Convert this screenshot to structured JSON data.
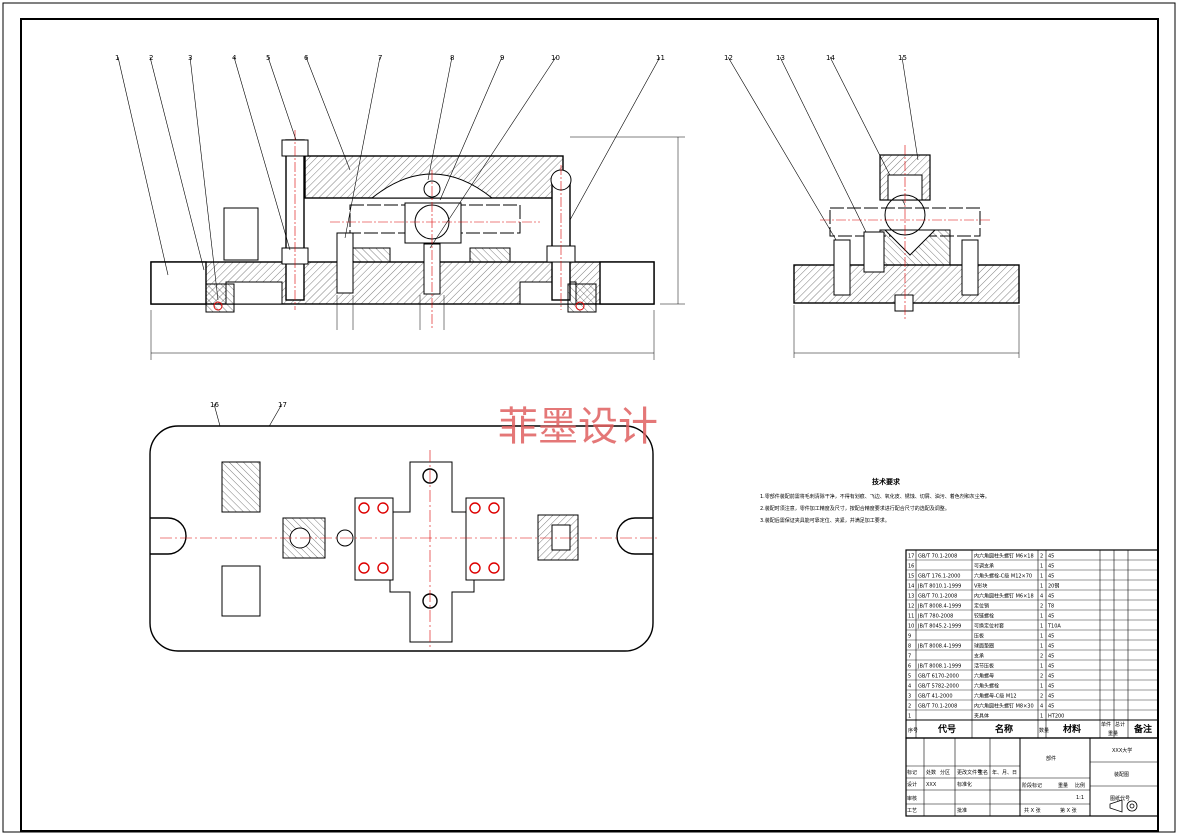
{
  "watermark": "菲墨设计",
  "part_numbers": [
    "1",
    "2",
    "3",
    "4",
    "5",
    "6",
    "7",
    "8",
    "9",
    "10",
    "11",
    "12",
    "13",
    "14",
    "15",
    "16",
    "17"
  ],
  "technical_requirements": {
    "title": "技术要求",
    "items": [
      "1.零部件装配前需将毛刺清除干净，不得有划痕、飞边、氧化皮、锈蚀、切屑、油污、着色剂和灰尘等。",
      "2.装配时须注意，零件加工精度及尺寸，按配合精度要求进行配合尺寸的选配及调整。",
      "3.装配后需保证夹具能可靠定位、夹紧，并满足加工要求。"
    ]
  },
  "bom": {
    "headers": {
      "seq": "序号",
      "code": "代号",
      "name": "名称",
      "qty": "数量",
      "material": "材料",
      "single": "单件",
      "total": "总计",
      "weight": "重量",
      "note": "备注"
    },
    "rows": [
      {
        "seq": "17",
        "code": "GB/T 70.1-2008",
        "name": "内六角圆柱头螺钉 M6×18",
        "qty": "2",
        "material": "45"
      },
      {
        "seq": "16",
        "code": "",
        "name": "可调支承",
        "qty": "1",
        "material": "45"
      },
      {
        "seq": "15",
        "code": "GB/T 176.1-2000",
        "name": "六角头螺栓-C级 M12×70",
        "qty": "1",
        "material": "45"
      },
      {
        "seq": "14",
        "code": "JB/T 8010.1-1999",
        "name": "V形块",
        "qty": "1",
        "material": "20钢"
      },
      {
        "seq": "13",
        "code": "GB/T 70.1-2008",
        "name": "内六角圆柱头螺钉 M6×18",
        "qty": "4",
        "material": "45"
      },
      {
        "seq": "12",
        "code": "JB/T 8008.4-1999",
        "name": "定位销",
        "qty": "2",
        "material": "T8"
      },
      {
        "seq": "11",
        "code": "JB/T 780-2008",
        "name": "铰链螺栓",
        "qty": "1",
        "material": "45"
      },
      {
        "seq": "10",
        "code": "JB/T 8045.2-1999",
        "name": "可换定位衬套",
        "qty": "1",
        "material": "T10A"
      },
      {
        "seq": "9",
        "code": "",
        "name": "压板",
        "qty": "1",
        "material": "45"
      },
      {
        "seq": "8",
        "code": "JB/T 8008.4-1999",
        "name": "球面垫圈",
        "qty": "1",
        "material": "45"
      },
      {
        "seq": "7",
        "code": "",
        "name": "支承",
        "qty": "2",
        "material": "45"
      },
      {
        "seq": "6",
        "code": "JB/T 8008.1-1999",
        "name": "活节压板",
        "qty": "1",
        "material": "45"
      },
      {
        "seq": "5",
        "code": "GB/T 6170-2000",
        "name": "六角螺母",
        "qty": "2",
        "material": "45"
      },
      {
        "seq": "4",
        "code": "GB/T 5782-2000",
        "name": "六角头螺栓",
        "qty": "1",
        "material": "45"
      },
      {
        "seq": "3",
        "code": "GB/T 41-2000",
        "name": "六角螺母-C级 M12",
        "qty": "2",
        "material": "45"
      },
      {
        "seq": "2",
        "code": "GB/T 70.1-2008",
        "name": "内六角圆柱头螺钉 M8×30",
        "qty": "4",
        "material": "45"
      },
      {
        "seq": "1",
        "code": "",
        "name": "夹具体",
        "qty": "1",
        "material": "HT200"
      }
    ]
  },
  "title_block": {
    "school": "XXX大学",
    "drawing_type": "装配图",
    "component": "部件",
    "drawing_no": "图纸代号",
    "scale_label": "比例",
    "scale": "1:1",
    "weight_label": "重量",
    "stage_label": "阶段标记",
    "sheet_text": "共 X 张",
    "sheet_of": "第 X 张",
    "designer_label": "设计",
    "designer": "XXX",
    "standardize_label": "标准化",
    "review_label": "审核",
    "process_label": "工艺",
    "approve_label": "批准",
    "mark_label": "标记",
    "count_label": "处数",
    "zone_label": "分区",
    "change_label": "更改文件号",
    "sign_label": "签名",
    "date_label": "年、月、日"
  }
}
